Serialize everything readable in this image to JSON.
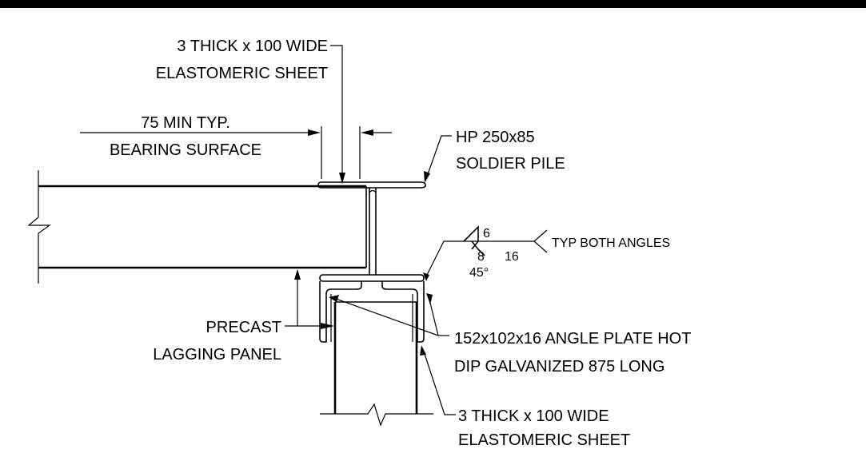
{
  "labels": {
    "top_sheet_line1": "3 THICK x 100 WIDE",
    "top_sheet_line2": "ELASTOMERIC SHEET",
    "bearing_line1": "75 MIN TYP.",
    "bearing_line2": "BEARING SURFACE",
    "pile_line1": "HP 250x85",
    "pile_line2": "SOLDIER PILE",
    "weld_size": "6",
    "weld_root": "8",
    "weld_pitch": "16",
    "weld_angle": "45°",
    "weld_note": "TYP BOTH ANGLES",
    "lagging_line1": "PRECAST",
    "lagging_line2": "LAGGING PANEL",
    "angle_line1": "152x102x16 ANGLE PLATE HOT",
    "angle_line2": "DIP GALVANIZED 875 LONG",
    "bottom_sheet_line1": "3 THICK x 100 WIDE",
    "bottom_sheet_line2": "ELASTOMERIC SHEET"
  },
  "colors": {
    "background": "#ffffff",
    "linework": "#000000",
    "top_band": "#000000"
  }
}
